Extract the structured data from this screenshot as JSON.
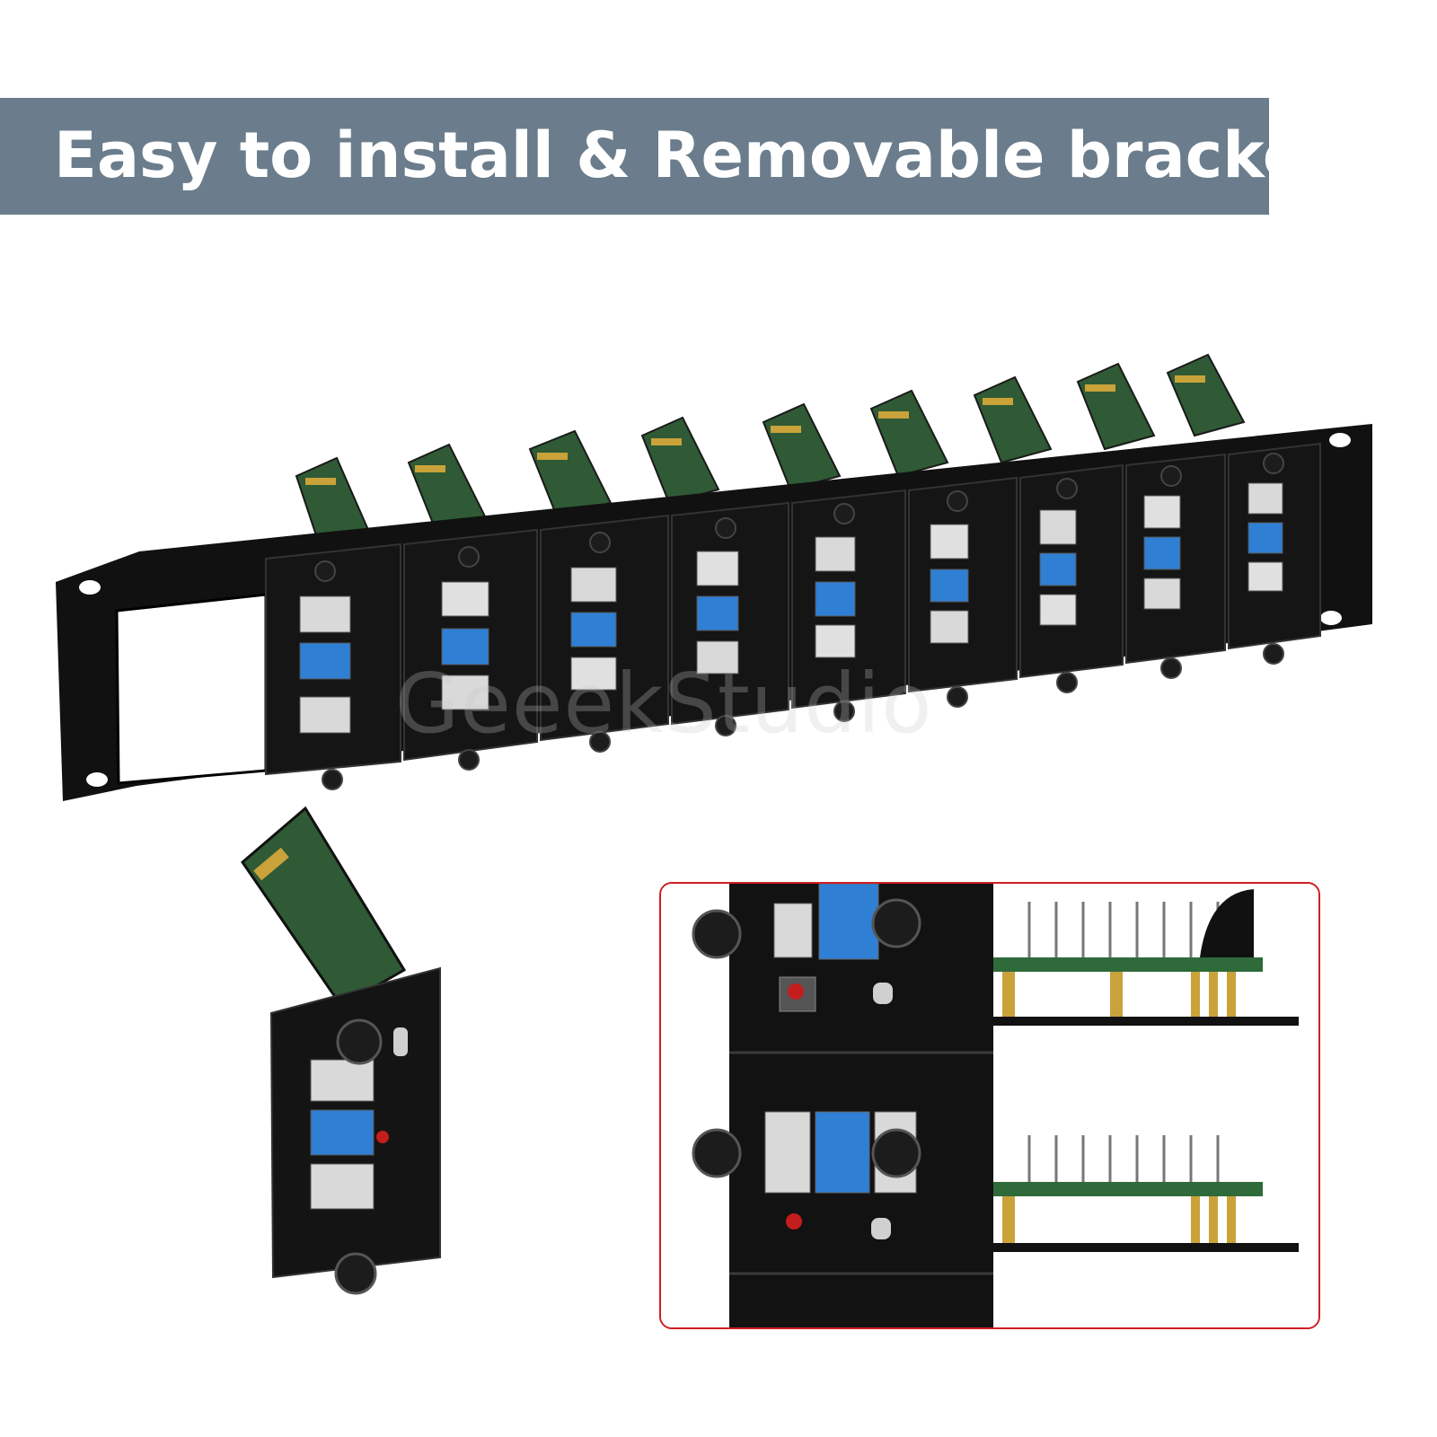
{
  "banner": {
    "title": "Easy to install & Removable bracket",
    "background_color": "#6b7d8c",
    "text_color": "#ffffff"
  },
  "watermark": {
    "text": "GeeekStudio"
  },
  "photo": {
    "description_icons": [
      "rack-panel-photo",
      "single-bracket-photo",
      "detail-inset-photo"
    ],
    "inset_border_color": "#cf1d24",
    "usb3_color": "#2f7fd4"
  }
}
